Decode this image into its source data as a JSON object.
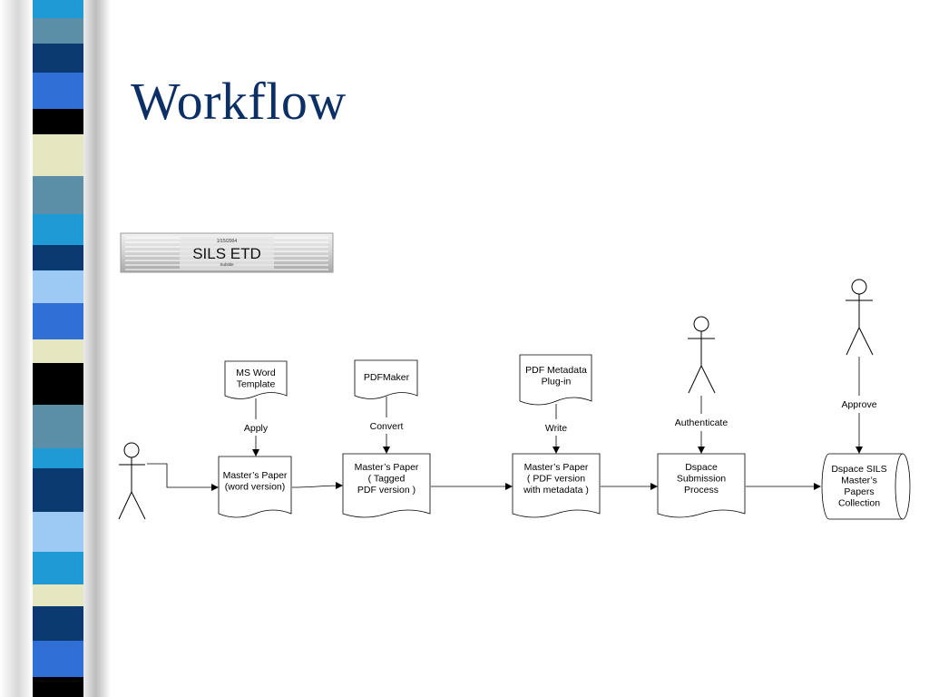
{
  "slide": {
    "title": "Workflow"
  },
  "banner": {
    "date": "1/15/2004",
    "heading": "SILS ETD",
    "subtitle": "Subtitle"
  },
  "colors": {
    "title": "#0c2f66",
    "stripe_palette": [
      "#1f9ad4",
      "#5b8fa8",
      "#0b3a70",
      "#2f6fd6",
      "#000000",
      "#e6e6c0",
      "#9ccaf5",
      "#1c93cf"
    ]
  },
  "flow": {
    "tools": {
      "ms_word_template": "MS Word\nTemplate",
      "pdfmaker": "PDFMaker",
      "pdf_metadata_plugin": "PDF Metadata\nPlug-in"
    },
    "actions": {
      "apply": "Apply",
      "convert": "Convert",
      "write": "Write",
      "authenticate": "Authenticate",
      "approve": "Approve"
    },
    "documents": {
      "word_version": "Master’s Paper\n(word version)",
      "tagged_pdf": "Master’s Paper\n( Tagged\nPDF version )",
      "pdf_with_metadata": "Master’s Paper\n( PDF version\nwith metadata )",
      "submission_process": "Dspace\nSubmission\nProcess"
    },
    "collection": "Dspace SILS\nMaster’s\nPapers\nCollection"
  }
}
